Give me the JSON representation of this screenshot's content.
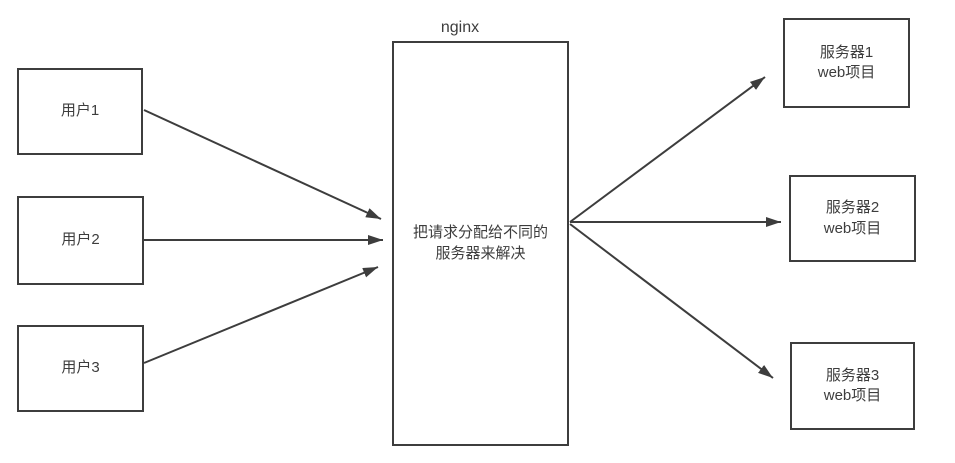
{
  "diagram": {
    "title": "nginx",
    "background_color": "#ffffff",
    "stroke_color": "#3d3d3d",
    "nodes": {
      "user1": {
        "label": "用户1"
      },
      "user2": {
        "label": "用户2"
      },
      "user3": {
        "label": "用户3"
      },
      "nginx": {
        "title": "nginx",
        "line1": "把请求分配给不同的",
        "line2": "服务器来解决"
      },
      "server1": {
        "line1": "服务器1",
        "line2": "web项目"
      },
      "server2": {
        "line1": "服务器2",
        "line2": "web项目"
      },
      "server3": {
        "line1": "服务器3",
        "line2": "web项目"
      }
    },
    "edges": [
      {
        "from": "user1",
        "to": "nginx"
      },
      {
        "from": "user2",
        "to": "nginx"
      },
      {
        "from": "user3",
        "to": "nginx"
      },
      {
        "from": "nginx",
        "to": "server1"
      },
      {
        "from": "nginx",
        "to": "server2"
      },
      {
        "from": "nginx",
        "to": "server3"
      }
    ]
  }
}
